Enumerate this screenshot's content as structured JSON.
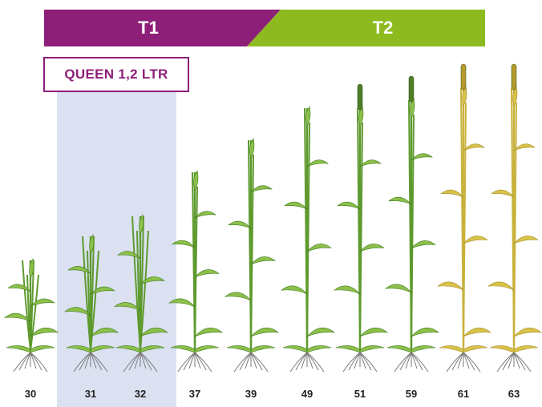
{
  "phases": [
    {
      "label": "T1",
      "color": "#8d1f78"
    },
    {
      "label": "T2",
      "color": "#8dba1e"
    }
  ],
  "product": {
    "label": "QUEEN 1,2 LTR",
    "color": "#8d1f78",
    "highlight_color": "#dbe1f1"
  },
  "growth_stages": [
    {
      "stage": "30",
      "ripe": false,
      "ear": false
    },
    {
      "stage": "31",
      "ripe": false,
      "ear": false
    },
    {
      "stage": "32",
      "ripe": false,
      "ear": false
    },
    {
      "stage": "37",
      "ripe": false,
      "ear": false
    },
    {
      "stage": "39",
      "ripe": false,
      "ear": false
    },
    {
      "stage": "49",
      "ripe": false,
      "ear": false
    },
    {
      "stage": "51",
      "ripe": false,
      "ear": true
    },
    {
      "stage": "59",
      "ripe": false,
      "ear": true
    },
    {
      "stage": "61",
      "ripe": true,
      "ear": true
    },
    {
      "stage": "63",
      "ripe": true,
      "ear": true
    }
  ],
  "colors": {
    "leaf_green": "#5e9a2e",
    "leaf_light": "#8cc04a",
    "ripe_yellow": "#d8c24a",
    "root": "#7a7a7a"
  }
}
